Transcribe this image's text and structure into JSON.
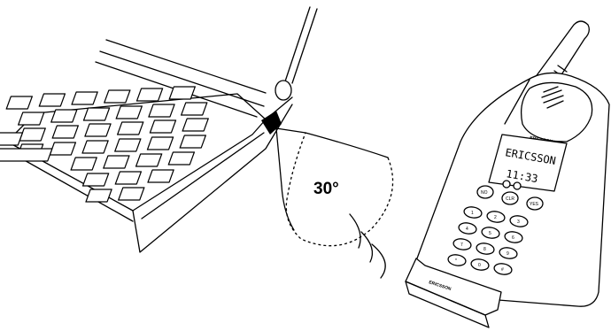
{
  "illustration": {
    "angle_label": "30°",
    "phone_display_brand": "ERICSSON",
    "phone_display_time": "11:33",
    "phone_header_brand": "ERICSSON",
    "phone_base_brand": "ERICSSON",
    "soft_keys": [
      "NO",
      "CLR",
      "YES"
    ],
    "keypad": [
      "1",
      "2",
      "3",
      "4",
      "5",
      "6",
      "7",
      "8",
      "9",
      "*",
      "0",
      "#"
    ]
  }
}
